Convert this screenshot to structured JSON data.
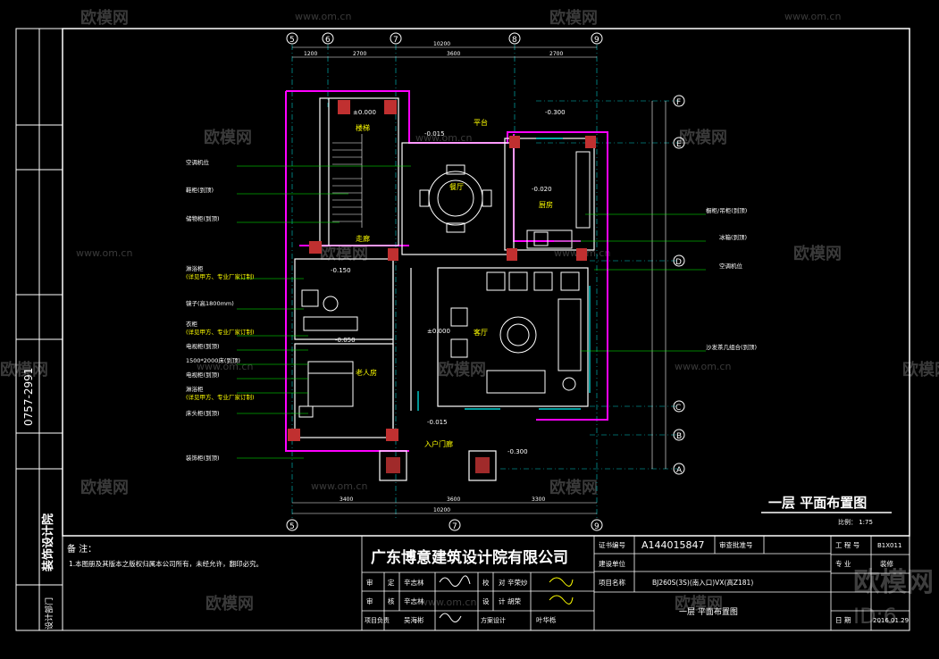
{
  "watermark": {
    "brand": "欧模网",
    "url": "www.om.cn",
    "id_text": "ID:6"
  },
  "phone": "0757-2991",
  "sheet_title": "一层  平面布置图",
  "scale": "比例： 1:75",
  "notes": {
    "title": "备 注：",
    "line1": "1.本图册及其版本之版权归属本公司所有，未经允许，翻印必究。"
  },
  "company": "广东博意建筑设计院有限公司",
  "title_block": {
    "cert_label": "证书编号",
    "cert_no": "A144015847",
    "approve_label": "审查批准号",
    "client_label": "建设单位",
    "project_label": "项目名称",
    "project_value": "BJ260S(3S)(南入口)VX(高Z181)",
    "drawing_name": "一层 平面布置图",
    "project_no_label": "工 程 号",
    "project_no": "B1X011",
    "major_label": "专 业",
    "major": "装修",
    "date_label": "日 期",
    "date": "2016.01.29",
    "rows": [
      {
        "a": "审",
        "b": "定",
        "c": "辛志林",
        "d": "校",
        "e": "对",
        "f": "辛荣炒"
      },
      {
        "a": "审",
        "b": "核",
        "c": "辛志林",
        "d": "设",
        "e": "计",
        "f": "胡荣"
      },
      {
        "a": "项目负责",
        "b": "",
        "c": "吴海彬",
        "d": "方案设计",
        "e": "",
        "f": "叶华栎"
      }
    ]
  },
  "side_labels": {
    "design": "装饰设计院",
    "dept": "设计部门"
  },
  "grid_top": [
    "5",
    "6",
    "7",
    "8",
    "9"
  ],
  "grid_bottom": [
    "5",
    "7",
    "9"
  ],
  "grid_right": [
    "F",
    "E",
    "D",
    "C",
    "B",
    "A"
  ],
  "dims_top": [
    "1200",
    "2700",
    "3600",
    "2700"
  ],
  "dims_total": "10200",
  "dims_bottom": [
    "3400",
    "3600",
    "3300"
  ],
  "dims_bottom_total": "10200",
  "rooms": {
    "stair": "楼梯",
    "platform": "平台",
    "dining": "餐厅",
    "kitchen": "厨房",
    "corridor": "走廊",
    "living": "客厅",
    "elder": "老人房",
    "entrance": "入户门廊"
  },
  "levels": [
    "±0.000",
    "-0.015",
    "-0.300",
    "-0.020",
    "-0.150",
    "-0.050",
    "±0.000",
    "-0.015",
    "-0.300"
  ],
  "left_labels": [
    "空调机位",
    "鞋柜(到顶)",
    "储物柜(到顶)",
    "淋浴柜",
    "(详见甲方、专业厂家订制)",
    "镜子(高1800mm)",
    "衣柜",
    "(详见甲方、专业厂家订制)",
    "电视柜(到顶)",
    "1500*2000床(到顶)",
    "电视柜(到顶)",
    "淋浴柜",
    "(详见甲方、专业厂家订制)",
    "床头柜(到顶)",
    "装饰柜(到顶)"
  ],
  "right_labels": [
    "橱柜/吊柜(到顶)",
    "冰箱(到顶)",
    "空调机位",
    "沙发茶几组合(到顶)"
  ]
}
